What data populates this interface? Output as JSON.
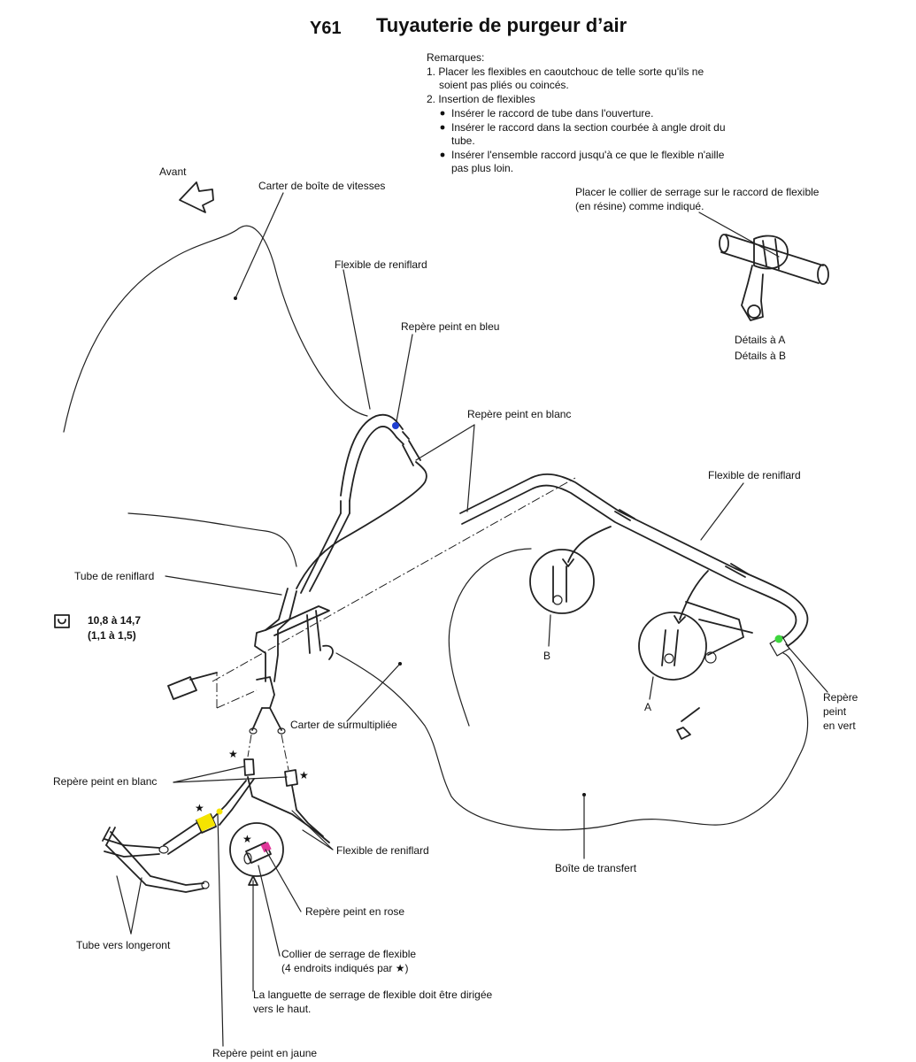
{
  "header": {
    "code": "Y61",
    "title": "Tuyauterie de purgeur d’air"
  },
  "notes": {
    "heading": "Remarques:",
    "n1_line1": "1. Placer les flexibles en caoutchouc de telle sorte qu'ils ne",
    "n1_line2": "soient pas pliés ou coincés.",
    "n2": "2. Insertion de flexibles",
    "b1": "Insérer le raccord de tube dans l'ouverture.",
    "b2_line1": "Insérer le raccord dans la section courbée à angle droit du",
    "b2_line2": "tube.",
    "b3_line1": "Insérer l'ensemble raccord jusqu'à ce que le flexible n'aille",
    "b3_line2": "pas plus loin."
  },
  "labels": {
    "avant": "Avant",
    "carter_boite": "Carter de boîte de vitesses",
    "flexible_reniflard_top": "Flexible de reniflard",
    "repere_bleu": "Repère peint en bleu",
    "repere_blanc_top": "Repère peint en blanc",
    "flexible_reniflard_right": "Flexible de reniflard",
    "collier_note_line1": "Placer le collier de serrage sur le raccord de flexible",
    "collier_note_line2": "(en résine) comme indiqué.",
    "details_a": "Détails à A",
    "details_b": "Détails à B",
    "tube_reniflard": "Tube de reniflard",
    "torque_line1": "10,8 à 14,7",
    "torque_line2": "(1,1 à 1,5)",
    "callout_b": "B",
    "callout_a": "A",
    "carter_surmultipliee": "Carter de surmultipliée",
    "repere_vert_line1": "Repère",
    "repere_vert_line2": "peint",
    "repere_vert_line3": "en vert",
    "repere_blanc_left": "Repère peint en blanc",
    "flexible_reniflard_bottom": "Flexible de reniflard",
    "boite_transfert": "Boîte de transfert",
    "tube_longeront": "Tube vers longeront",
    "repere_rose": "Repère peint en rose",
    "collier_flexible_line1": "Collier de serrage de flexible",
    "collier_flexible_line2": "(4 endroits indiqués par ★)",
    "languette_line1": "La languette de serrage de flexible doit être dirigée",
    "languette_line2": "vers le haut.",
    "repere_jaune": "Repère peint en jaune",
    "star": "★"
  },
  "colors": {
    "blue_mark": "#1f3fd1",
    "green_mark": "#3ed63e",
    "yellow_mark": "#f5e400",
    "pink_mark": "#e0389a"
  }
}
